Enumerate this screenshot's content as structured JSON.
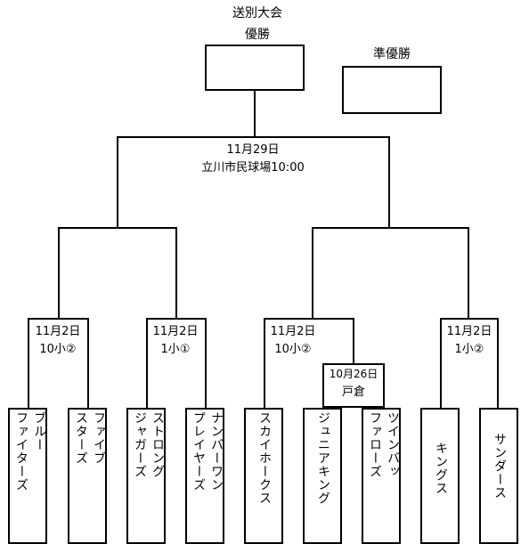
{
  "title": "送別大会",
  "champion_label": "優勝",
  "runnerup_label": "準優勝",
  "final": {
    "date": "11月29日",
    "venue": "立川市民球場10:00"
  },
  "semifinals": [
    {
      "date": "11月2日",
      "venue": "10小②"
    },
    {
      "date": "11月2日",
      "venue": "1小①"
    },
    {
      "date": "11月2日",
      "venue": "10小②"
    },
    {
      "date": "11月2日",
      "venue": "1小②"
    }
  ],
  "first_round": {
    "date": "10月26日",
    "venue": "戸倉"
  },
  "teams": [
    {
      "line1": "ブルー",
      "line2": "ファイターズ"
    },
    {
      "line1": "ファイブ",
      "line2": "スターズ"
    },
    {
      "line1": "ストロング",
      "line2": "ジャガーズ"
    },
    {
      "line1": "ナンバーワン",
      "line2": "プレイヤーズ"
    },
    {
      "line1": "スカイホークス",
      "line2": ""
    },
    {
      "line1": "ジュニアキング",
      "line2": ""
    },
    {
      "line1": "ツインバッ",
      "line2": "ファローズ"
    },
    {
      "line1": "キングス",
      "line2": ""
    },
    {
      "line1": "サンダース",
      "line2": ""
    }
  ]
}
